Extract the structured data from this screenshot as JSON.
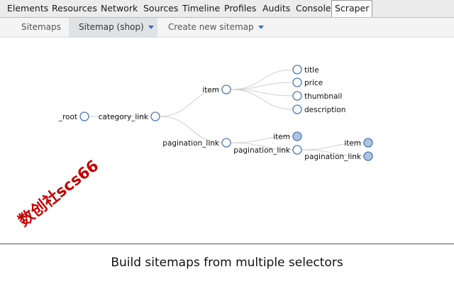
{
  "devtools": {
    "tabs": [
      "Elements",
      "Resources",
      "Network",
      "Sources",
      "Timeline",
      "Profiles",
      "Audits",
      "Console",
      "Scraper"
    ],
    "active": "Scraper"
  },
  "subnav": {
    "sitemaps": "Sitemaps",
    "sitemap_shop": "Sitemap (shop)",
    "create_new": "Create new sitemap"
  },
  "tree": {
    "root": "_root",
    "category_link": "category_link",
    "item": "item",
    "title": "title",
    "price": "price",
    "thumbnail": "thumbnail",
    "description": "description",
    "pagination_link": "pagination_link",
    "pagination_item": "item",
    "pagination_link_2": "pagination_link",
    "pagination_item_2": "item",
    "pagination_link_3": "pagination_link"
  },
  "colors": {
    "node_stroke": "#4a7ab8",
    "node_collapsed_fill": "#b0c4de",
    "link": "#cfcfcf"
  },
  "caption": "Build sitemaps from multiple selectors",
  "watermark": "数创社scs66"
}
